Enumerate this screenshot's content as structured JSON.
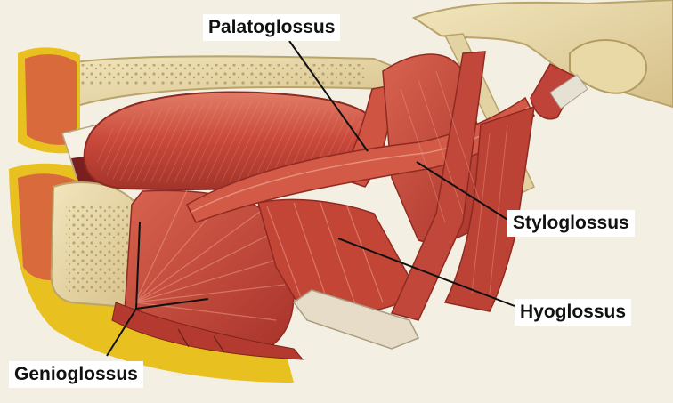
{
  "labels": {
    "palatoglossus": "Palatoglossus",
    "styloglossus": "Styloglossus",
    "hyoglossus": "Hyoglossus",
    "genioglossus": "Genioglossus"
  },
  "colors": {
    "background": "#f3efe2",
    "muscle": "#c9483a",
    "muscle_dark": "#a83127",
    "muscle_light": "#e07a66",
    "bone": "#e8d8a8",
    "bone_spongy": "#c8b47a",
    "fat": "#e8c020",
    "gland": "#d86a3c",
    "tendon": "#d8d0c0",
    "leader_line": "#111111"
  }
}
